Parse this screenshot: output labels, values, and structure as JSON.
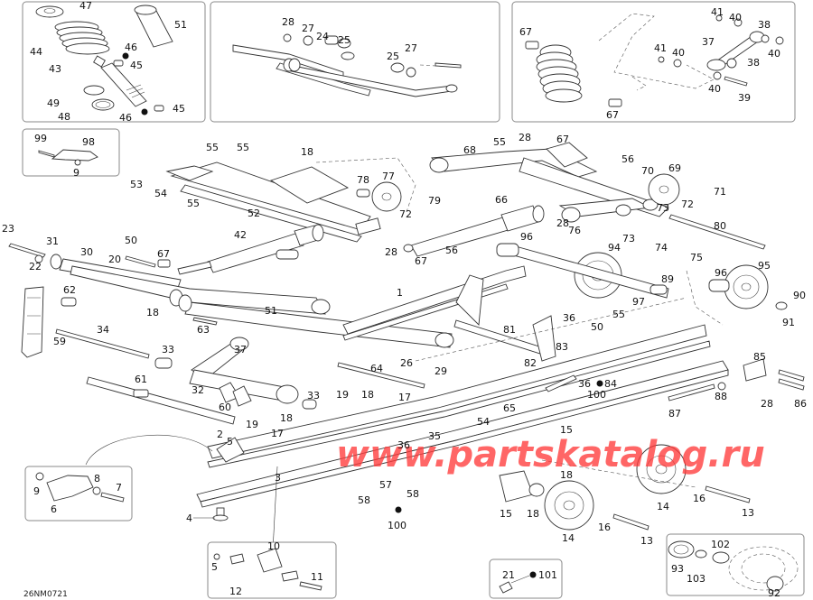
{
  "diagram": {
    "code": "26NM0721",
    "watermark": "www.partskatalog.ru",
    "accent_color": "#ff3b3b",
    "inset_boxes": [
      {
        "id": "shock-assembly",
        "labels": [
          "47",
          "51",
          "44",
          "46",
          "43",
          "45",
          "49",
          "48",
          "46",
          "45"
        ]
      },
      {
        "id": "front-arm-detail",
        "labels": [
          "28",
          "27",
          "24",
          "25",
          "25",
          "27"
        ]
      },
      {
        "id": "rear-shock-linkage",
        "labels": [
          "41",
          "40",
          "38",
          "67",
          "37",
          "41",
          "40",
          "40",
          "38",
          "40",
          "39",
          "67"
        ]
      },
      {
        "id": "bracket-98",
        "labels": [
          "99",
          "98",
          "9"
        ]
      },
      {
        "id": "slider-stop",
        "labels": [
          "9",
          "8",
          "7",
          "6"
        ]
      },
      {
        "id": "runner-bracket",
        "labels": [
          "10",
          "5",
          "11",
          "12"
        ]
      },
      {
        "id": "plug-101",
        "labels": [
          "21",
          "101"
        ]
      },
      {
        "id": "bearing-detail",
        "labels": [
          "102",
          "93",
          "103",
          "92"
        ]
      }
    ],
    "callouts": {
      "c47": "47",
      "c51": "51",
      "c44": "44",
      "c46a": "46",
      "c43": "43",
      "c45a": "45",
      "c49": "49",
      "c48": "48",
      "c46b": "46",
      "c45b": "45",
      "c28a": "28",
      "c27a": "27",
      "c24": "24",
      "c25a": "25",
      "c25b": "25",
      "c27b": "27",
      "c41a": "41",
      "c40a": "40",
      "c38a": "38",
      "c67a": "67",
      "c37a": "37",
      "c40b": "40",
      "c41b": "41",
      "c40c": "40",
      "c38b": "38",
      "c40d": "40",
      "c39": "39",
      "c67b": "67",
      "c99": "99",
      "c98": "98",
      "c9a": "9",
      "c55a": "55",
      "c55b": "55",
      "c53": "53",
      "c54a": "54",
      "c55c": "55",
      "c52": "52",
      "c18a": "18",
      "c78": "78",
      "c77": "77",
      "c79": "79",
      "c72a": "72",
      "c28b": "28",
      "c67c": "67",
      "c56a": "56",
      "c66": "66",
      "c68": "68",
      "c55d": "55",
      "c28c": "28",
      "c67d": "67",
      "c56b": "56",
      "c70": "70",
      "c69": "69",
      "c71": "71",
      "c72b": "72",
      "c28d": "28",
      "c76": "76",
      "c73a": "73",
      "c73b": "73",
      "c80": "80",
      "c74": "74",
      "c75": "75",
      "c23": "23",
      "c31": "31",
      "c30": "30",
      "c22": "22",
      "c50a": "50",
      "c67e": "67",
      "c20": "20",
      "c42": "42",
      "c96a": "96",
      "c94": "94",
      "c89": "89",
      "c97": "97",
      "c96b": "96",
      "c95": "95",
      "c90": "90",
      "c91": "91",
      "c62": "62",
      "c18b": "18",
      "c51b": "51",
      "c1": "1",
      "c63": "63",
      "c59": "59",
      "c34": "34",
      "c33a": "33",
      "c37b": "37",
      "c32": "32",
      "c60": "60",
      "c61": "61",
      "c81": "81",
      "c36a": "36",
      "c50b": "50",
      "c55e": "55",
      "c83": "83",
      "c82": "82",
      "c36b": "36",
      "c84": "84",
      "c100a": "100",
      "c85": "85",
      "c88": "88",
      "c28e": "28",
      "c86": "86",
      "c87": "87",
      "c64": "64",
      "c26": "26",
      "c29": "29",
      "c33b": "33",
      "c19a": "19",
      "c18c": "18",
      "c17a": "17",
      "c18d": "18",
      "c19b": "19",
      "c17b": "17",
      "c2": "2",
      "c5a": "5",
      "c65": "65",
      "c54b": "54",
      "c36c": "36",
      "c35": "35",
      "c15a": "15",
      "c18e": "18",
      "c9b": "9",
      "c8": "8",
      "c7": "7",
      "c6": "6",
      "c3": "3",
      "c4": "4",
      "c58a": "58",
      "c57": "57",
      "c58b": "58",
      "c100b": "100",
      "c15b": "15",
      "c18f": "18",
      "c14a": "14",
      "c16a": "16",
      "c13a": "13",
      "c14b": "14",
      "c16b": "16",
      "c13b": "13",
      "c10": "10",
      "c5b": "5",
      "c11": "11",
      "c12": "12",
      "c21": "21",
      "c101": "101",
      "c102": "102",
      "c93": "93",
      "c103": "103",
      "c92": "92"
    }
  }
}
